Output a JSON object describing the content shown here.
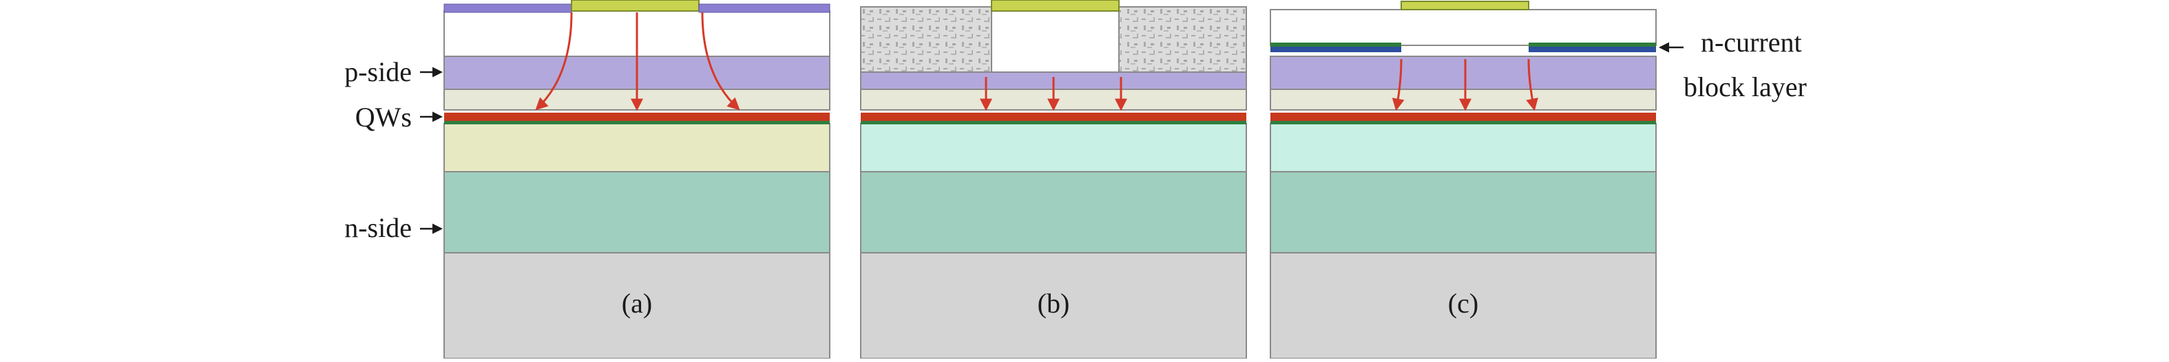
{
  "labels": {
    "p_side": "p-side",
    "qws": "QWs",
    "n_side": "n-side",
    "block_line1": "n-current",
    "block_line2": "block layer"
  },
  "panels": [
    {
      "id": "a",
      "caption": "(a)"
    },
    {
      "id": "b",
      "caption": "(b)"
    },
    {
      "id": "c",
      "caption": "(c)"
    }
  ],
  "colors": {
    "contact": "#c8d44f",
    "p_layer": "#b3a8dc",
    "thin_layer": "#e8e8d8",
    "qw_red": "#c8391e",
    "qw_green": "#2f7f3f",
    "n_upper_a": "#e7e9c3",
    "n_upper_bc": "#c8f0e4",
    "n_side": "#9fcfbe",
    "substrate": "#d4d4d4",
    "arrow": "#d43a2a",
    "block_blue": "#2c4f9e",
    "block_green": "#2e7d3a"
  }
}
